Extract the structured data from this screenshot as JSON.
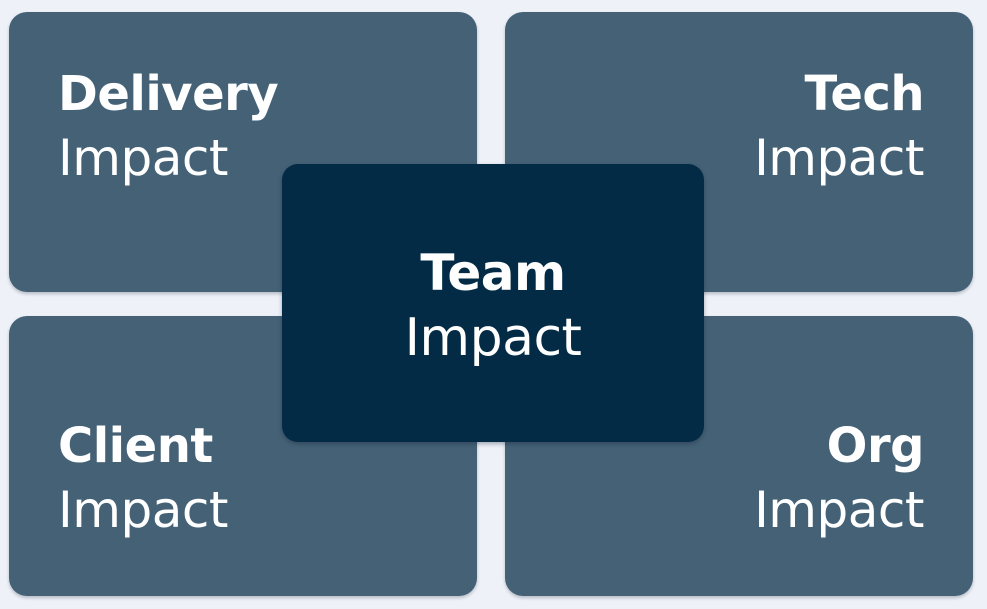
{
  "colors": {
    "background": "#eef1f8",
    "outer_tile": "#446176",
    "center_tile": "#032b45",
    "text": "#ffffff"
  },
  "tiles": {
    "delivery": {
      "title": "Delivery",
      "subtitle": "Impact"
    },
    "tech": {
      "title": "Tech",
      "subtitle": "Impact"
    },
    "client": {
      "title": "Client",
      "subtitle": "Impact"
    },
    "org": {
      "title": "Org",
      "subtitle": "Impact"
    },
    "team": {
      "title": "Team",
      "subtitle": "Impact"
    }
  }
}
